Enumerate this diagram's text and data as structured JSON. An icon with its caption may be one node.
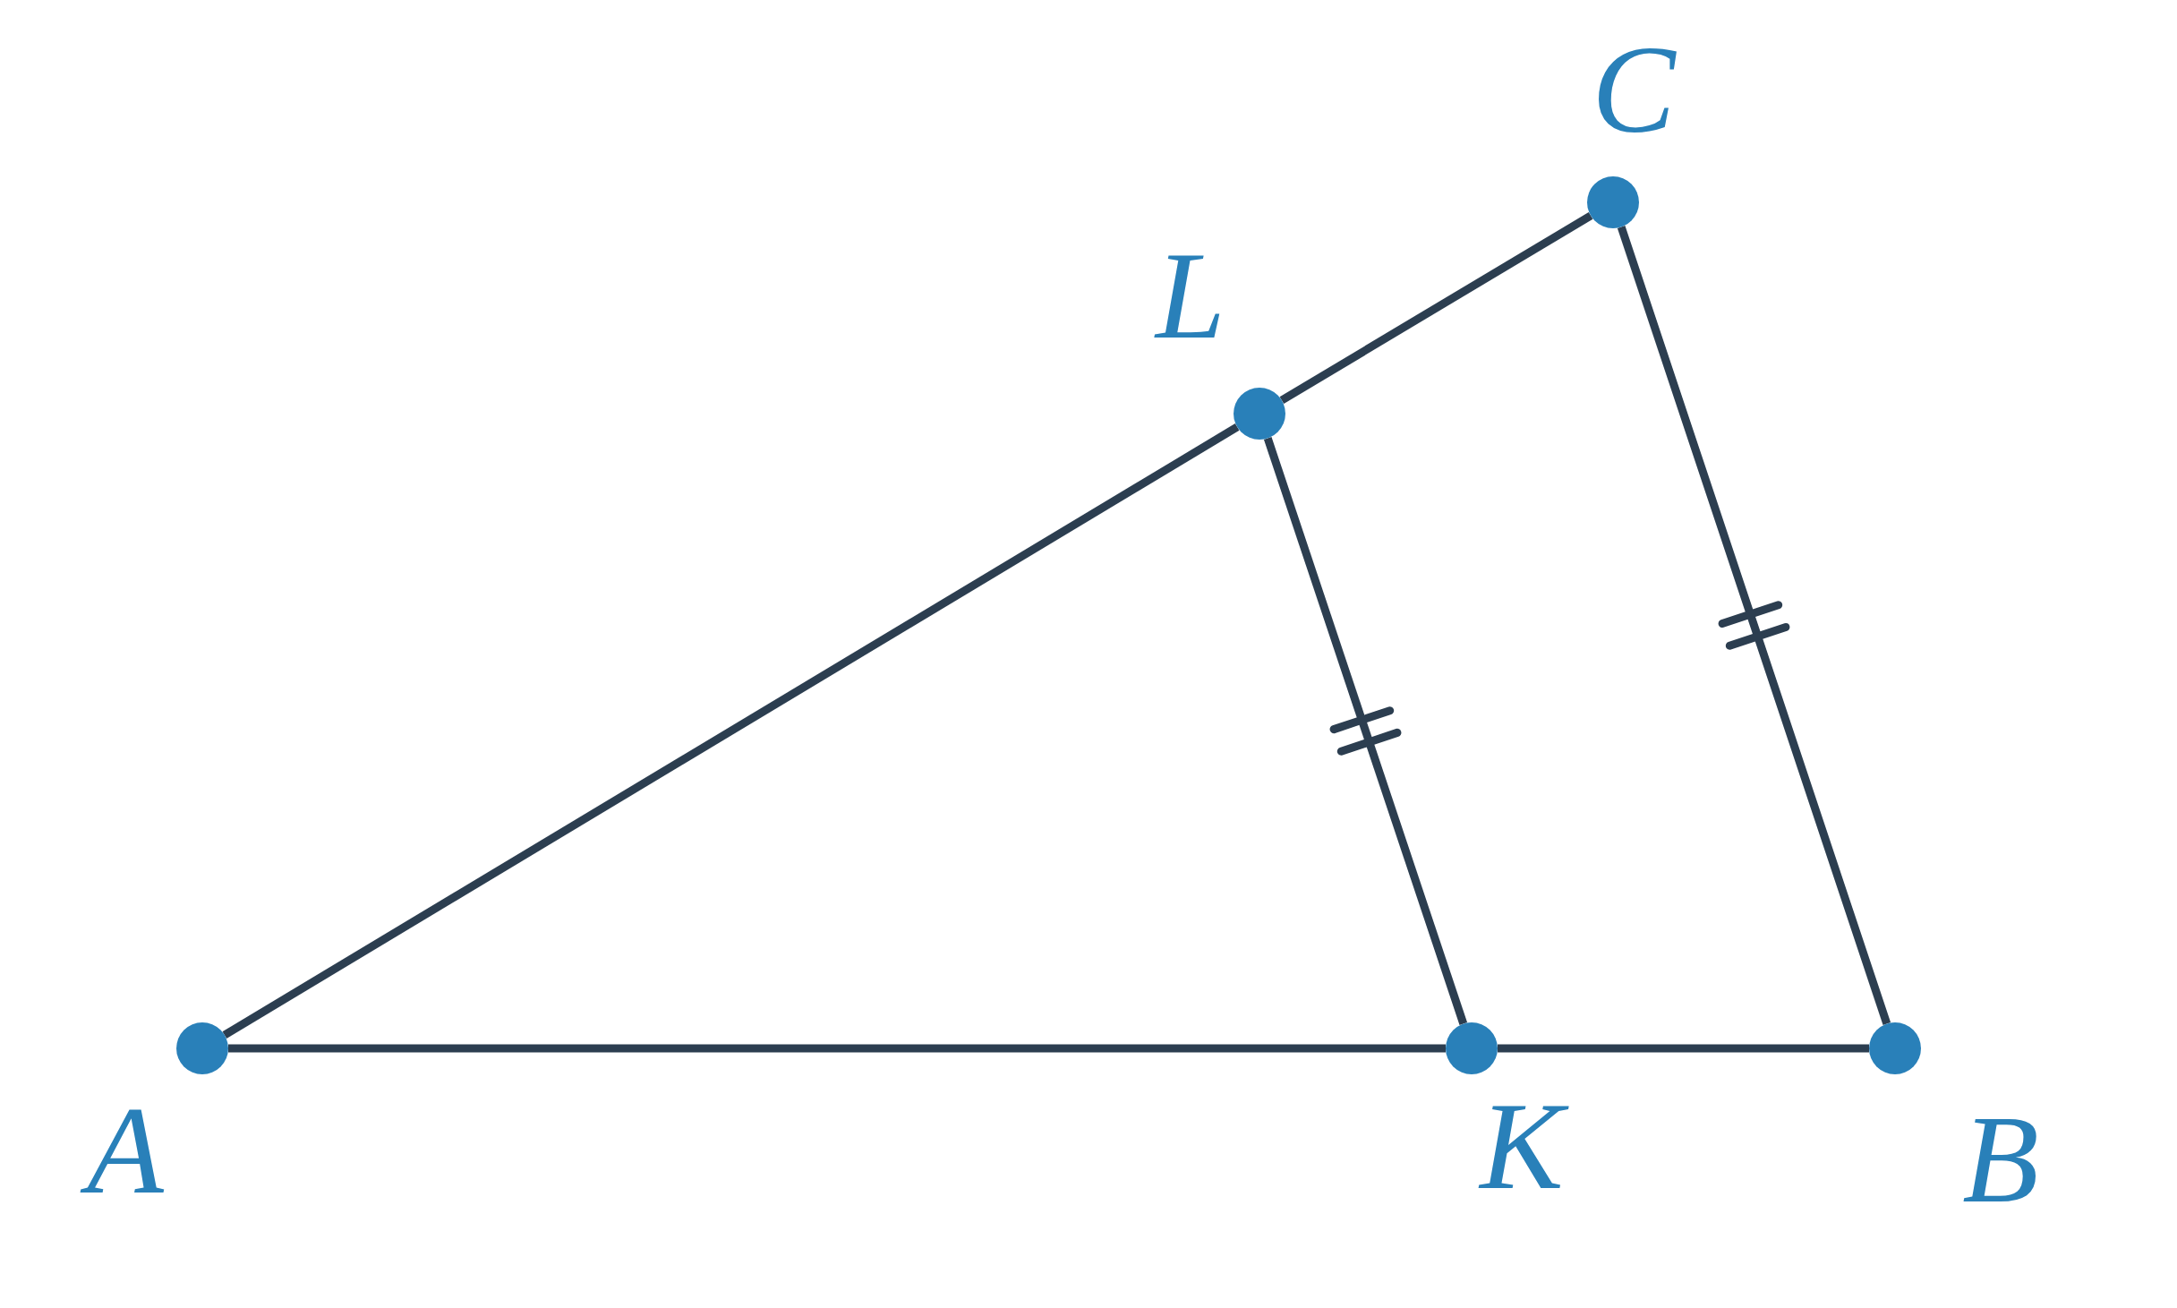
{
  "diagram": {
    "nodes": [
      {
        "text": [],
        "shape": "circle",
        "beside": [
          "C"
        ]
      },
      {
        "text": [],
        "shape": "circle",
        "beside": [
          "L"
        ]
      },
      {
        "text": [],
        "shape": "circle",
        "beside": [
          "A"
        ]
      },
      {
        "text": [],
        "shape": "circle",
        "beside": [
          "K"
        ]
      },
      {
        "text": [],
        "shape": "circle",
        "beside": [
          "B"
        ]
      }
    ],
    "edges": [
      {
        "from": 2,
        "to": 1,
        "arrow": "none"
      },
      {
        "from": 1,
        "to": 0,
        "arrow": "none"
      },
      {
        "from": 0,
        "to": 4,
        "arrow": "none"
      },
      {
        "from": 4,
        "to": 3,
        "arrow": "none"
      },
      {
        "from": 3,
        "to": 2,
        "arrow": "none"
      },
      {
        "from": 1,
        "to": 3,
        "arrow": "none"
      }
    ]
  }
}
